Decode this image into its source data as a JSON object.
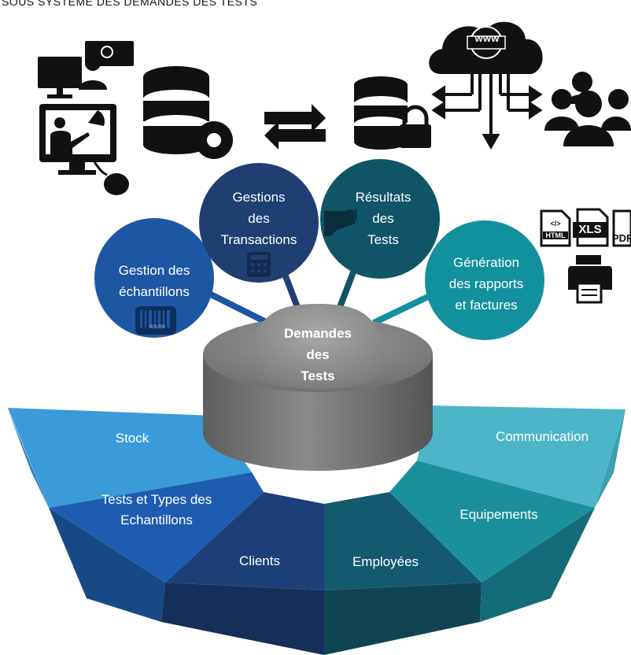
{
  "header": {
    "title": "SOUS SYSTEME DES DEMANDES DES TESTS"
  },
  "center": {
    "line1": "Demandes",
    "line2": "des",
    "line3": "Tests"
  },
  "bubbles": [
    {
      "line1": "Gestion des",
      "line2": "échantillons",
      "color": "#1d56a3"
    },
    {
      "line1": "Gestions",
      "line2": "des",
      "line3": "Transactions",
      "color": "#1f3f73"
    },
    {
      "line1": "Résultats",
      "line2": "des",
      "line3": "Tests",
      "color": "#0f5567"
    },
    {
      "line1": "Génération",
      "line2": "des rapports",
      "line3": "et factures",
      "color": "#12909e"
    }
  ],
  "segments": [
    {
      "label": "Stock",
      "color": "#3a9bd8"
    },
    {
      "line1": "Tests et Types des",
      "line2": "Echantillons",
      "color": "#1e5cb0"
    },
    {
      "label": "Clients",
      "color": "#1d3f78"
    },
    {
      "label": "Employées",
      "color": "#145a6e"
    },
    {
      "label": "Equipements",
      "color": "#1c8f9d"
    },
    {
      "label": "Communication",
      "color": "#4cb6c8"
    }
  ],
  "icons": {
    "www": "WWW",
    "barcode_number": "001295",
    "files": [
      "HTML",
      "XLS",
      "PDF"
    ],
    "file_code": "</>"
  }
}
